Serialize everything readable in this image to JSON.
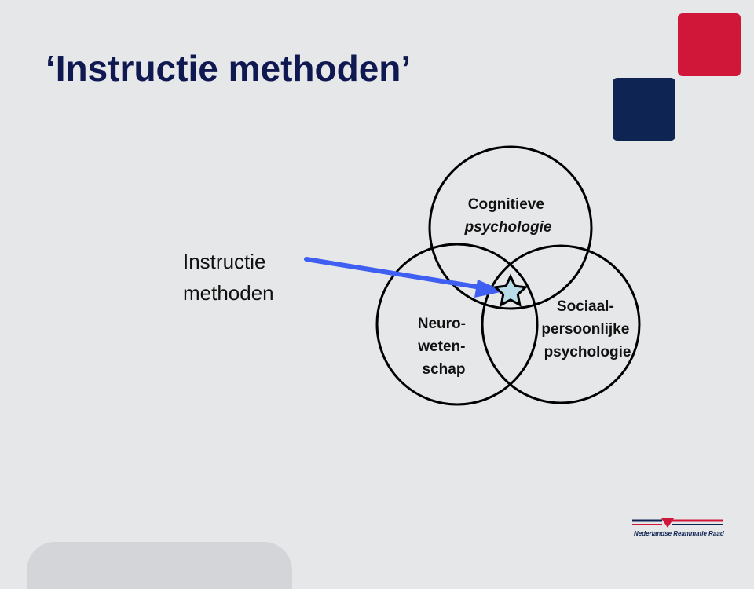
{
  "slide": {
    "title": "‘Instructie methoden’"
  },
  "diagram": {
    "pointer_label": [
      "Instructie",
      "methoden"
    ],
    "circles": [
      {
        "name": "Cognitieve psychologie",
        "lines": [
          "Cognitieve",
          "psychologie"
        ],
        "italic_line": 1
      },
      {
        "name": "Neuro-wetenschap",
        "lines": [
          "Neuro-",
          "weten-",
          "schap"
        ],
        "italic_line": -1
      },
      {
        "name": "Sociaal-persoonlijke psychologie",
        "lines": [
          "Sociaal-",
          "persoonlijke",
          "psychologie"
        ],
        "italic_line": -1
      }
    ]
  },
  "logo": {
    "text": "Nederlandse Reanimatie Raad"
  },
  "colors": {
    "title": "#0f1850",
    "accent_red": "#d0173a",
    "accent_navy": "#0e2452",
    "arrow": "#3f5ff2",
    "star_fill": "#b9dde8",
    "background": "#e6e7e9"
  }
}
